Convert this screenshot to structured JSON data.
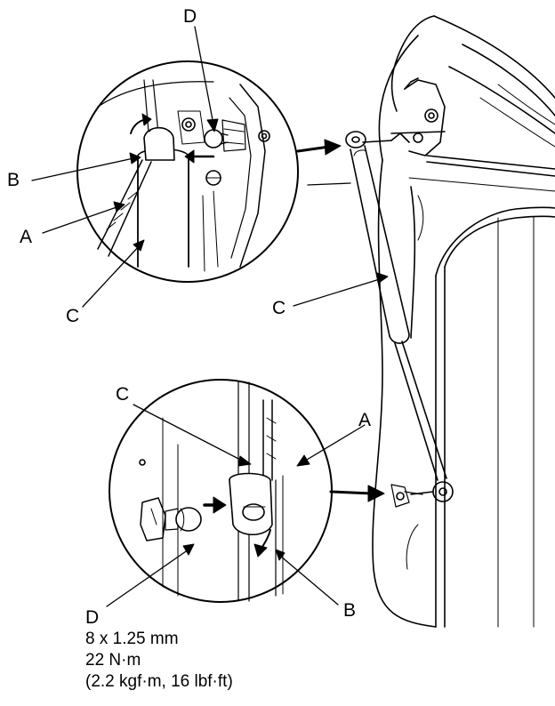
{
  "callouts": {
    "a_top": "A",
    "b_top": "B",
    "c_top": "C",
    "d_top": "D",
    "c_main": "C",
    "c_bottom": "C",
    "a_bottom": "A",
    "b_bottom": "B",
    "d_bottom": "D"
  },
  "spec": {
    "size": "8 x 1.25 mm",
    "torque_nm": "22 N·m",
    "torque_alt": "(2.2 kgf·m, 16 lbf·ft)"
  }
}
